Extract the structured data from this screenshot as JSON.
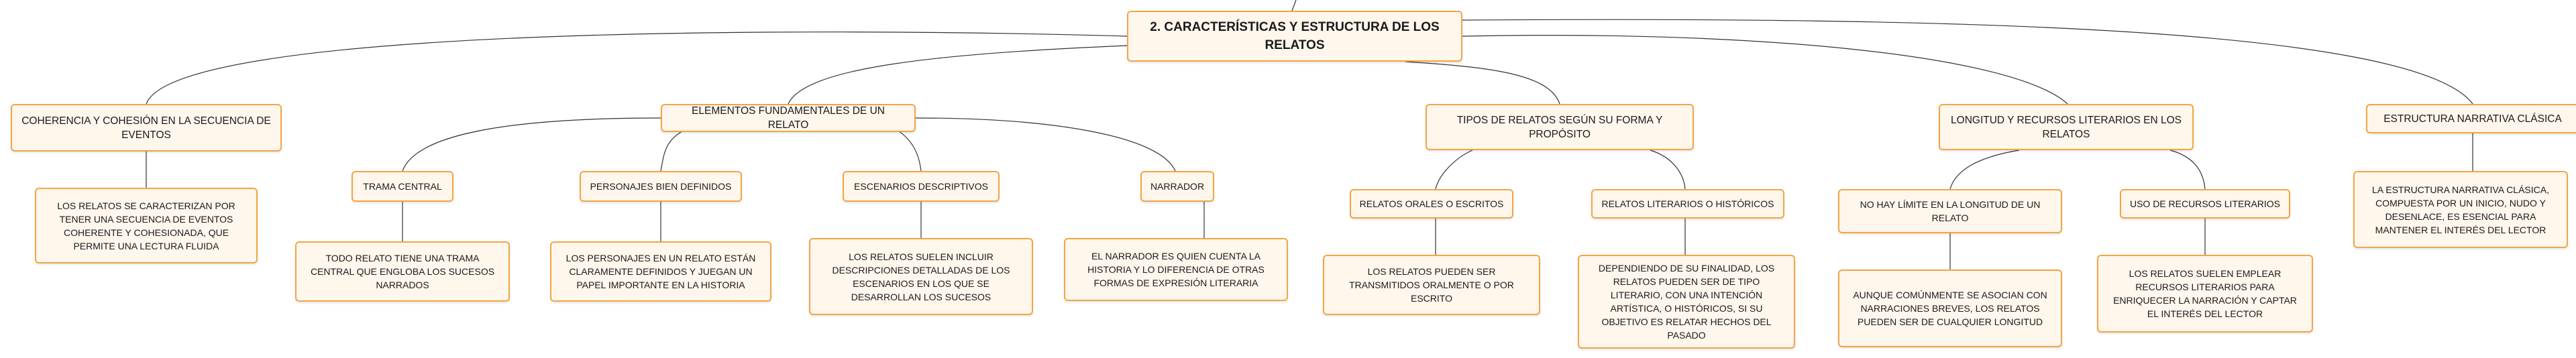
{
  "diagram": {
    "root": {
      "label": "2. CARACTERÍSTICAS Y ESTRUCTURA DE LOS RELATOS"
    },
    "branches": [
      {
        "label": "COHERENCIA Y COHESIÓN EN LA SECUENCIA DE EVENTOS",
        "detail": "LOS RELATOS SE CARACTERIZAN POR TENER UNA SECUENCIA DE EVENTOS COHERENTE Y COHESIONADA, QUE PERMITE UNA LECTURA FLUIDA"
      },
      {
        "label": "ELEMENTOS FUNDAMENTALES DE UN RELATO",
        "children": [
          {
            "label": "TRAMA CENTRAL",
            "detail": "TODO RELATO TIENE UNA TRAMA CENTRAL QUE ENGLOBA LOS SUCESOS NARRADOS"
          },
          {
            "label": "PERSONAJES BIEN DEFINIDOS",
            "detail": "LOS PERSONAJES EN UN RELATO ESTÁN CLARAMENTE DEFINIDOS Y JUEGAN UN PAPEL IMPORTANTE EN LA HISTORIA"
          },
          {
            "label": "ESCENARIOS DESCRIPTIVOS",
            "detail": "LOS RELATOS SUELEN INCLUIR DESCRIPCIONES DETALLADAS DE LOS ESCENARIOS EN LOS QUE SE DESARROLLAN LOS SUCESOS"
          },
          {
            "label": "NARRADOR",
            "detail": "EL NARRADOR ES QUIEN CUENTA LA HISTORIA Y LO DIFERENCIA DE OTRAS FORMAS DE EXPRESIÓN LITERARIA"
          }
        ]
      },
      {
        "label": "TIPOS DE RELATOS SEGÚN SU FORMA Y PROPÓSITO",
        "children": [
          {
            "label": "RELATOS ORALES O ESCRITOS",
            "detail": "LOS RELATOS PUEDEN SER TRANSMITIDOS ORALMENTE O POR ESCRITO"
          },
          {
            "label": "RELATOS LITERARIOS O HISTÓRICOS",
            "detail": "DEPENDIENDO DE SU FINALIDAD, LOS RELATOS PUEDEN SER DE TIPO LITERARIO, CON UNA INTENCIÓN ARTÍSTICA, O HISTÓRICOS, SI SU OBJETIVO ES RELATAR HECHOS DEL PASADO"
          }
        ]
      },
      {
        "label": "LONGITUD Y RECURSOS LITERARIOS EN LOS RELATOS",
        "children": [
          {
            "label": "NO HAY LÍMITE EN LA LONGITUD DE UN RELATO",
            "detail": "AUNQUE COMÚNMENTE SE ASOCIAN CON NARRACIONES BREVES, LOS RELATOS PUEDEN SER DE CUALQUIER LONGITUD"
          },
          {
            "label": "USO DE RECURSOS LITERARIOS",
            "detail": "LOS RELATOS SUELEN EMPLEAR RECURSOS LITERARIOS PARA ENRIQUECER LA NARRACIÓN Y CAPTAR EL INTERÉS DEL LECTOR"
          }
        ]
      },
      {
        "label": "ESTRUCTURA NARRATIVA CLÁSICA",
        "detail": "LA ESTRUCTURA NARRATIVA CLÁSICA, COMPUESTA POR UN INICIO, NUDO Y DESENLACE, ES ESENCIAL PARA MANTENER EL INTERÉS DEL LECTOR"
      }
    ]
  }
}
